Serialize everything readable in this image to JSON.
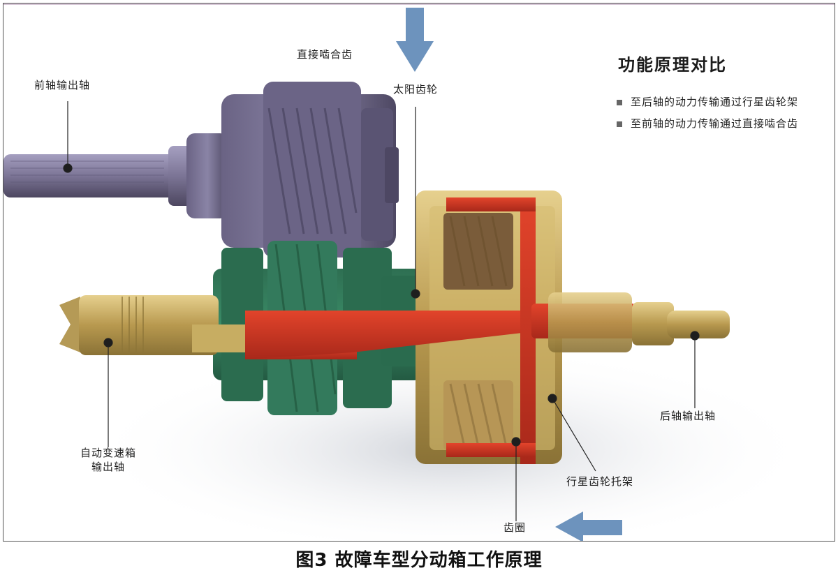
{
  "diagram": {
    "labels": {
      "front_shaft": "前轴输出轴",
      "direct_clutch_gear": "直接啮合齿",
      "sun_gear": "太阳齿轮",
      "rear_shaft": "后轴输出轴",
      "auto_trans_output_line1": "自动变速箱",
      "auto_trans_output_line2": "输出轴",
      "planet_carrier": "行星齿轮托架",
      "ring_gear": "齿圈"
    },
    "legend": {
      "title": "功能原理对比",
      "items": [
        "至后轴的动力传输通过行星齿轮架",
        "至前轴的动力传输通过直接啮合齿"
      ]
    },
    "colors": {
      "front_shaft": "#7c7596",
      "front_gear": "#5b5472",
      "green_hub": "#2f7a5a",
      "red_path": "#c8331f",
      "brass": "#c7a85a",
      "arrow": "#6d93bd"
    },
    "arrows": {
      "top_input": "arrow-down",
      "bottom_right": "arrow-left"
    }
  },
  "caption": "图3 故障车型分动箱工作原理"
}
